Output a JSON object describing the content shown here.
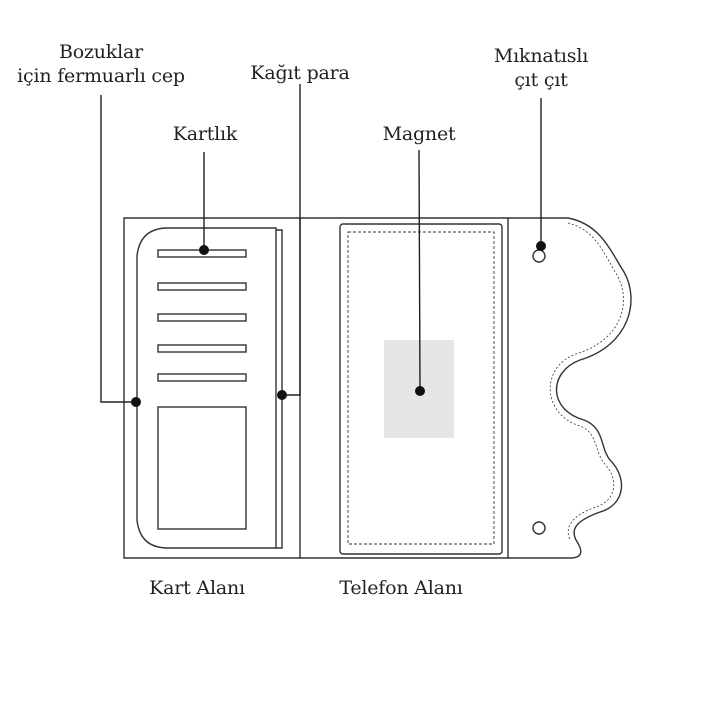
{
  "labels": {
    "bozuklar_line1": "Bozuklar",
    "bozuklar_line2": "için fermuarlı cep",
    "kagit_para": "Kağıt para",
    "miknatisli_line1": "Mıknatıslı",
    "miknatisli_line2": "çıt çıt",
    "kartlik": "Kartlık",
    "magnet": "Magnet",
    "kart_alani": "Kart Alanı",
    "telefon_alani": "Telefon Alanı"
  },
  "colors": {
    "stroke": "#333333",
    "magnet_fill": "#e6e6e6",
    "background": "#ffffff"
  },
  "card_slot_count": 5
}
